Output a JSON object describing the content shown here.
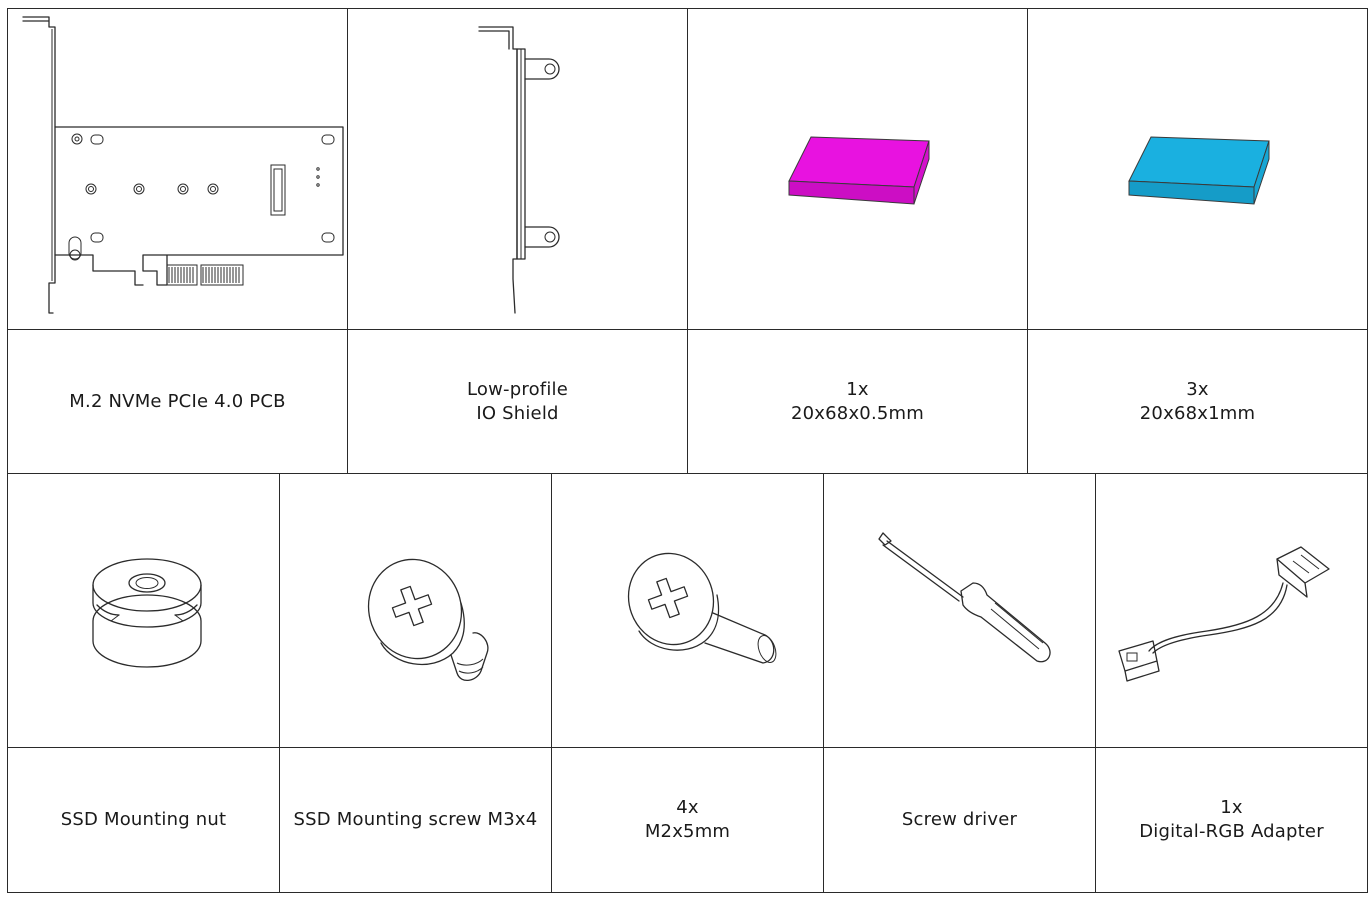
{
  "colors": {
    "border": "#2a2a2a",
    "thermal_pad_thin": "#e812e0",
    "thermal_pad_thick": "#1ab0e0"
  },
  "top_items": [
    {
      "icon": "pcb-card-icon",
      "label": "M.2 NVMe PCIe 4.0 PCB"
    },
    {
      "icon": "io-shield-icon",
      "label": "Low-profile\nIO Shield"
    },
    {
      "icon": "thermal-pad-magenta-icon",
      "label": "1x\n20x68x0.5mm"
    },
    {
      "icon": "thermal-pad-blue-icon",
      "label": "3x\n20x68x1mm"
    }
  ],
  "bottom_items": [
    {
      "icon": "mounting-nut-icon",
      "label": "SSD Mounting nut"
    },
    {
      "icon": "mounting-screw-icon",
      "label": "SSD Mounting screw M3x4"
    },
    {
      "icon": "m2-screw-icon",
      "label": "4x\nM2x5mm"
    },
    {
      "icon": "screwdriver-icon",
      "label": "Screw driver"
    },
    {
      "icon": "rgb-adapter-icon",
      "label": "1x\nDigital-RGB Adapter"
    }
  ]
}
